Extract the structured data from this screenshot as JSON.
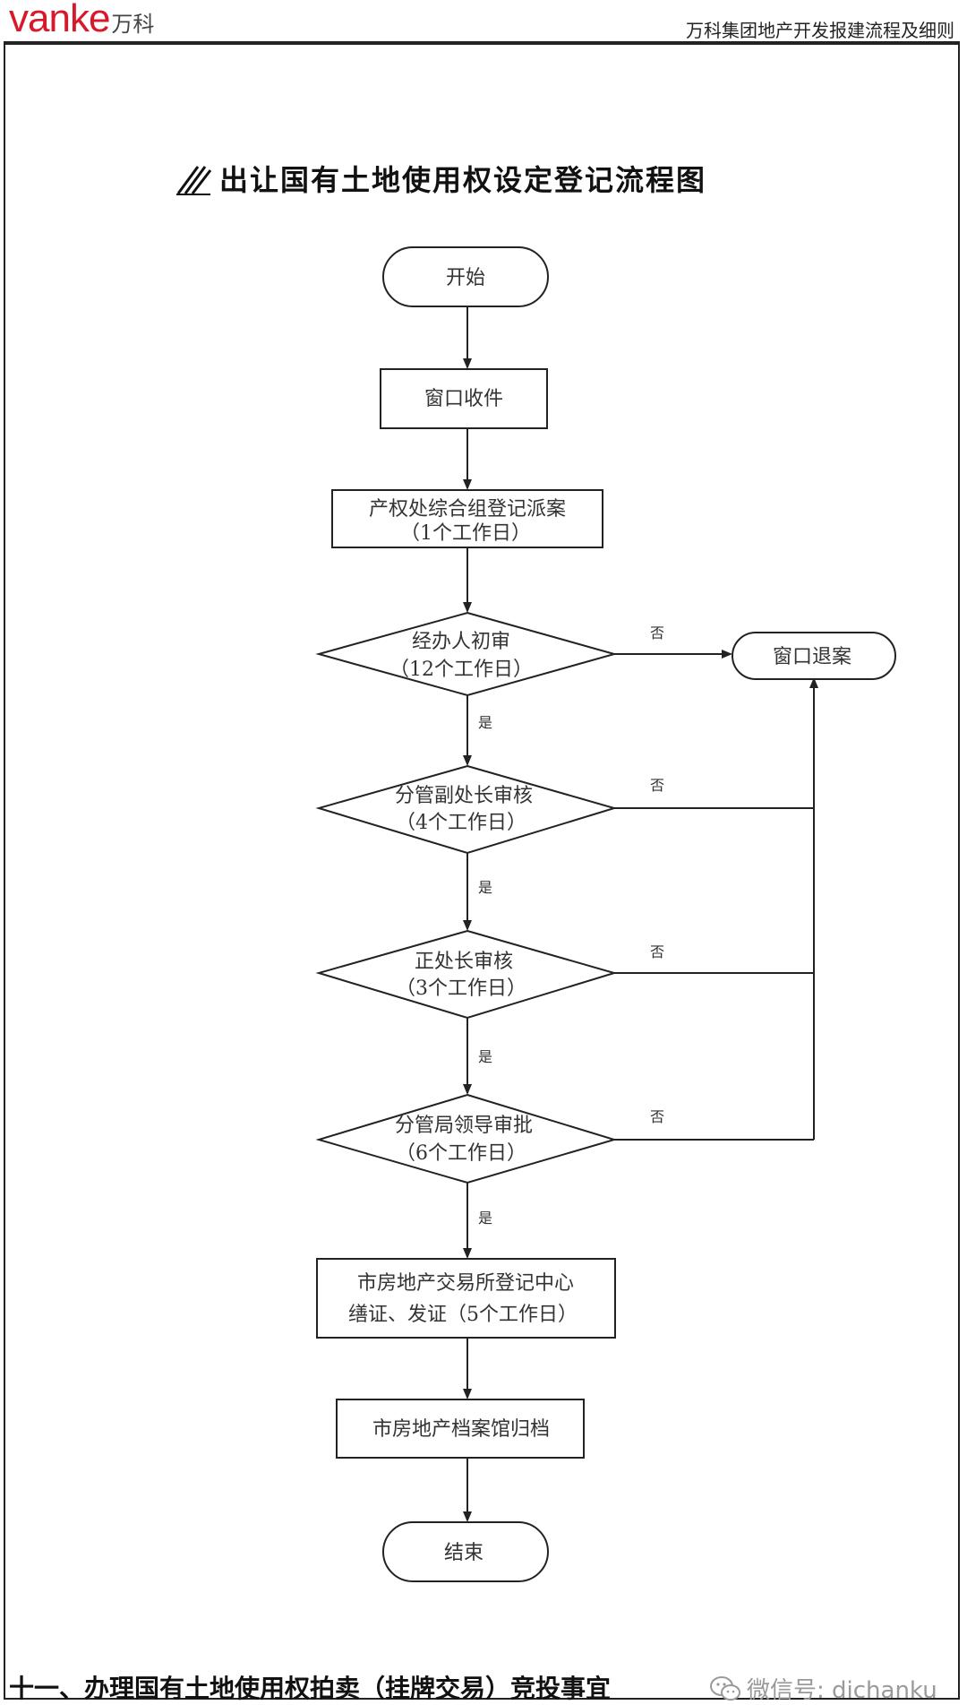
{
  "header": {
    "logo_latin": "vanke",
    "logo_cn": "万科",
    "title": "万科集团地产开发报建流程及细则"
  },
  "diagram": {
    "title": "出让国有土地使用权设定登记流程图",
    "nodes": {
      "start": [
        "开始"
      ],
      "window_receive": [
        "窗口收件"
      ],
      "dispatch": [
        "产权处综合组登记派案",
        "（1个工作日）"
      ],
      "first_review": [
        "经办人初审",
        "（12个工作日）"
      ],
      "deputy_review": [
        "分管副处长审核",
        "（4个工作日）"
      ],
      "director_review": [
        "正处长审核",
        "（3个工作日）"
      ],
      "bureau_approval": [
        "分管局领导审批",
        "（6个工作日）"
      ],
      "certificate": [
        "市房地产交易所登记中心",
        "缮证、发证（5个工作日）"
      ],
      "archive": [
        "市房地产档案馆归档"
      ],
      "end": [
        "结束"
      ],
      "reject": [
        "窗口退案"
      ]
    },
    "edge_labels": {
      "yes": "是",
      "no": "否"
    }
  },
  "footer": {
    "heading": "十一、办理国有土地使用权拍卖（挂牌交易）竞投事宜",
    "watermark": "微信号: dichanku"
  }
}
